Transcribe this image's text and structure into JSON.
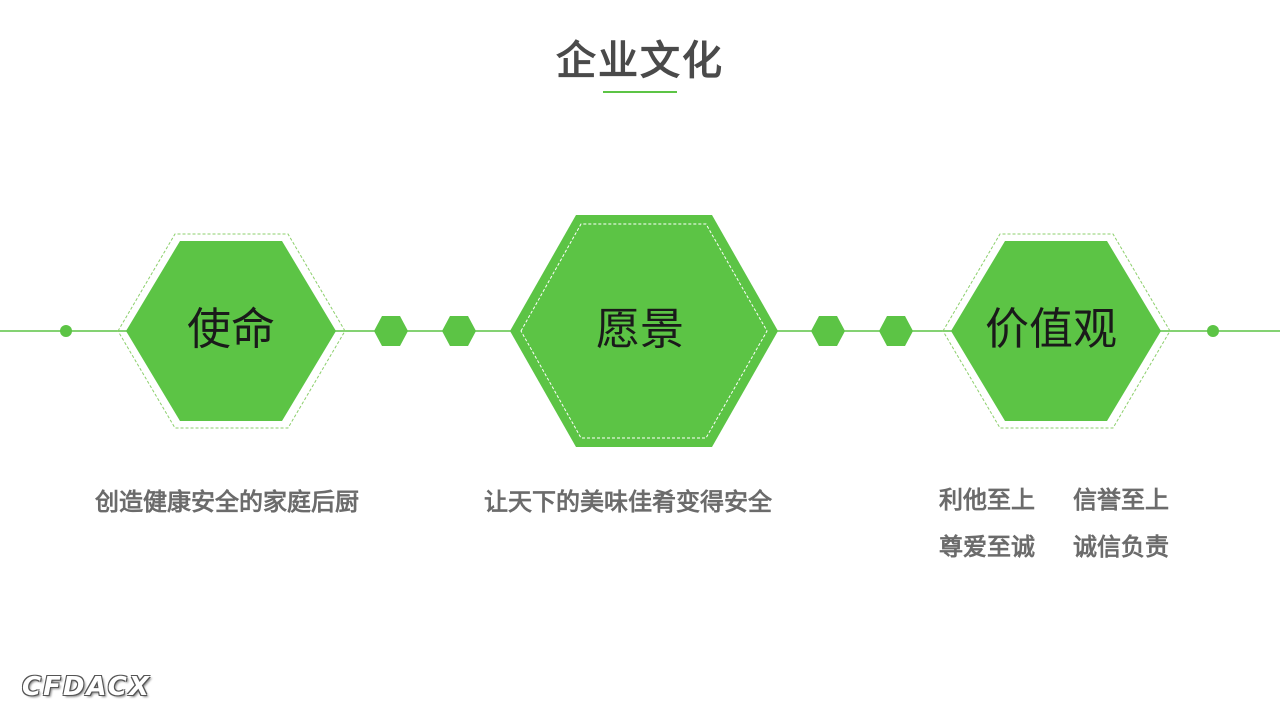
{
  "title": "企业文化",
  "accent_color": "#5cc445",
  "hexagons": [
    {
      "label": "使命",
      "description": "创造健康安全的家庭后厨"
    },
    {
      "label": "愿景",
      "description": "让天下的美味佳肴变得安全"
    },
    {
      "label": "价值观",
      "values": [
        "利他至上",
        "信誉至上",
        "尊爱至诚",
        "诚信负责"
      ]
    }
  ],
  "watermark": "CFDACX"
}
